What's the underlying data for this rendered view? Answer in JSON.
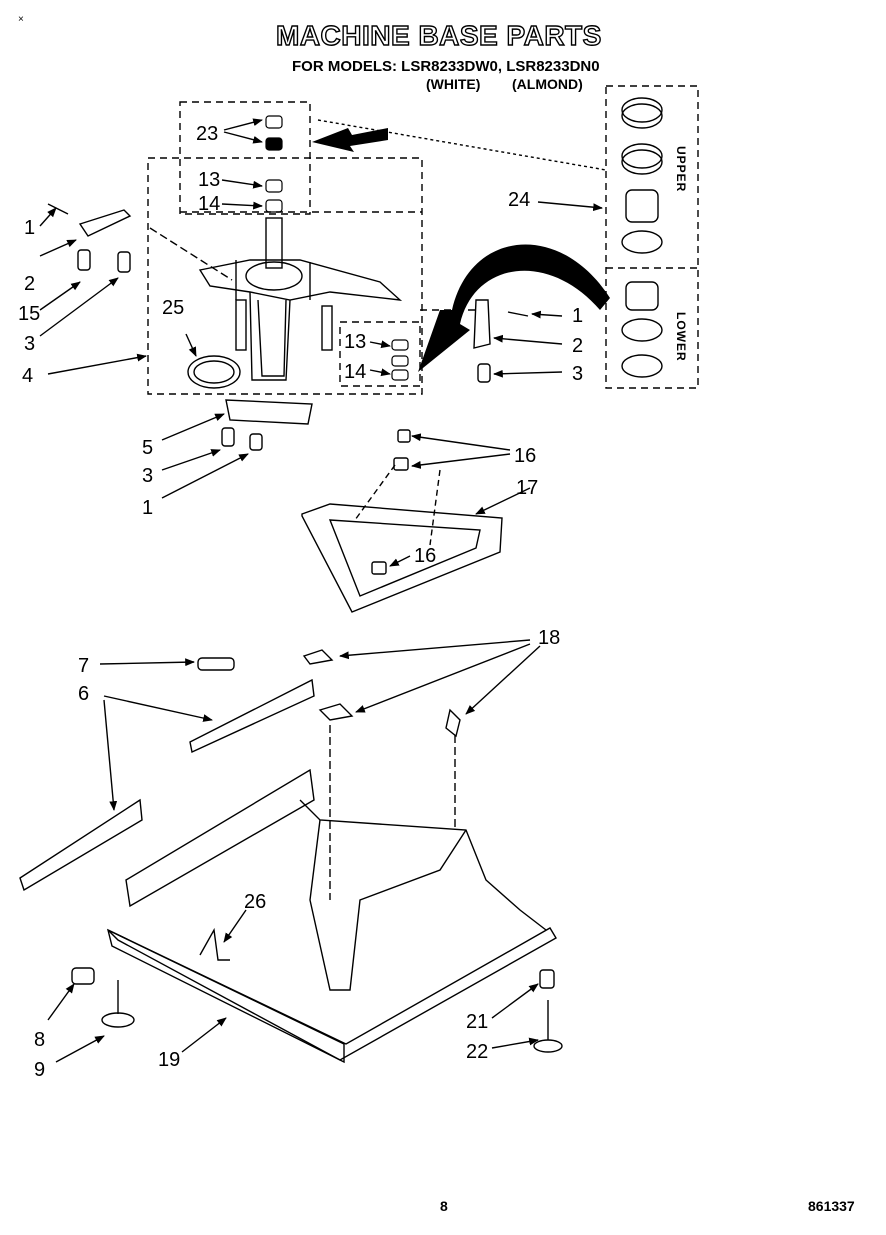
{
  "header": {
    "corner_mark": "×",
    "title": "MACHINE BASE PARTS",
    "models_line": "FOR MODELS: LSR8233DW0, LSR8233DN0",
    "color_white": "(WHITE)",
    "color_almond": "(ALMOND)"
  },
  "panels": {
    "upper": "UPPER",
    "lower": "LOWER"
  },
  "callouts": {
    "c23": "23",
    "c13a": "13",
    "c14a": "14",
    "c24": "24",
    "c1a": "1",
    "c2a": "2",
    "c15": "15",
    "c3a": "3",
    "c25": "25",
    "c4": "4",
    "c1b": "1",
    "c2b": "2",
    "c3b": "3",
    "c13b": "13",
    "c14b": "14",
    "c5": "5",
    "c3c": "3",
    "c1c": "1",
    "c16a": "16",
    "c17": "17",
    "c16b": "16",
    "c7": "7",
    "c6": "6",
    "c18": "18",
    "c26": "26",
    "c8": "8",
    "c9": "9",
    "c19": "19",
    "c21": "21",
    "c22": "22"
  },
  "footer": {
    "page_number": "8",
    "document_number": "861337"
  }
}
